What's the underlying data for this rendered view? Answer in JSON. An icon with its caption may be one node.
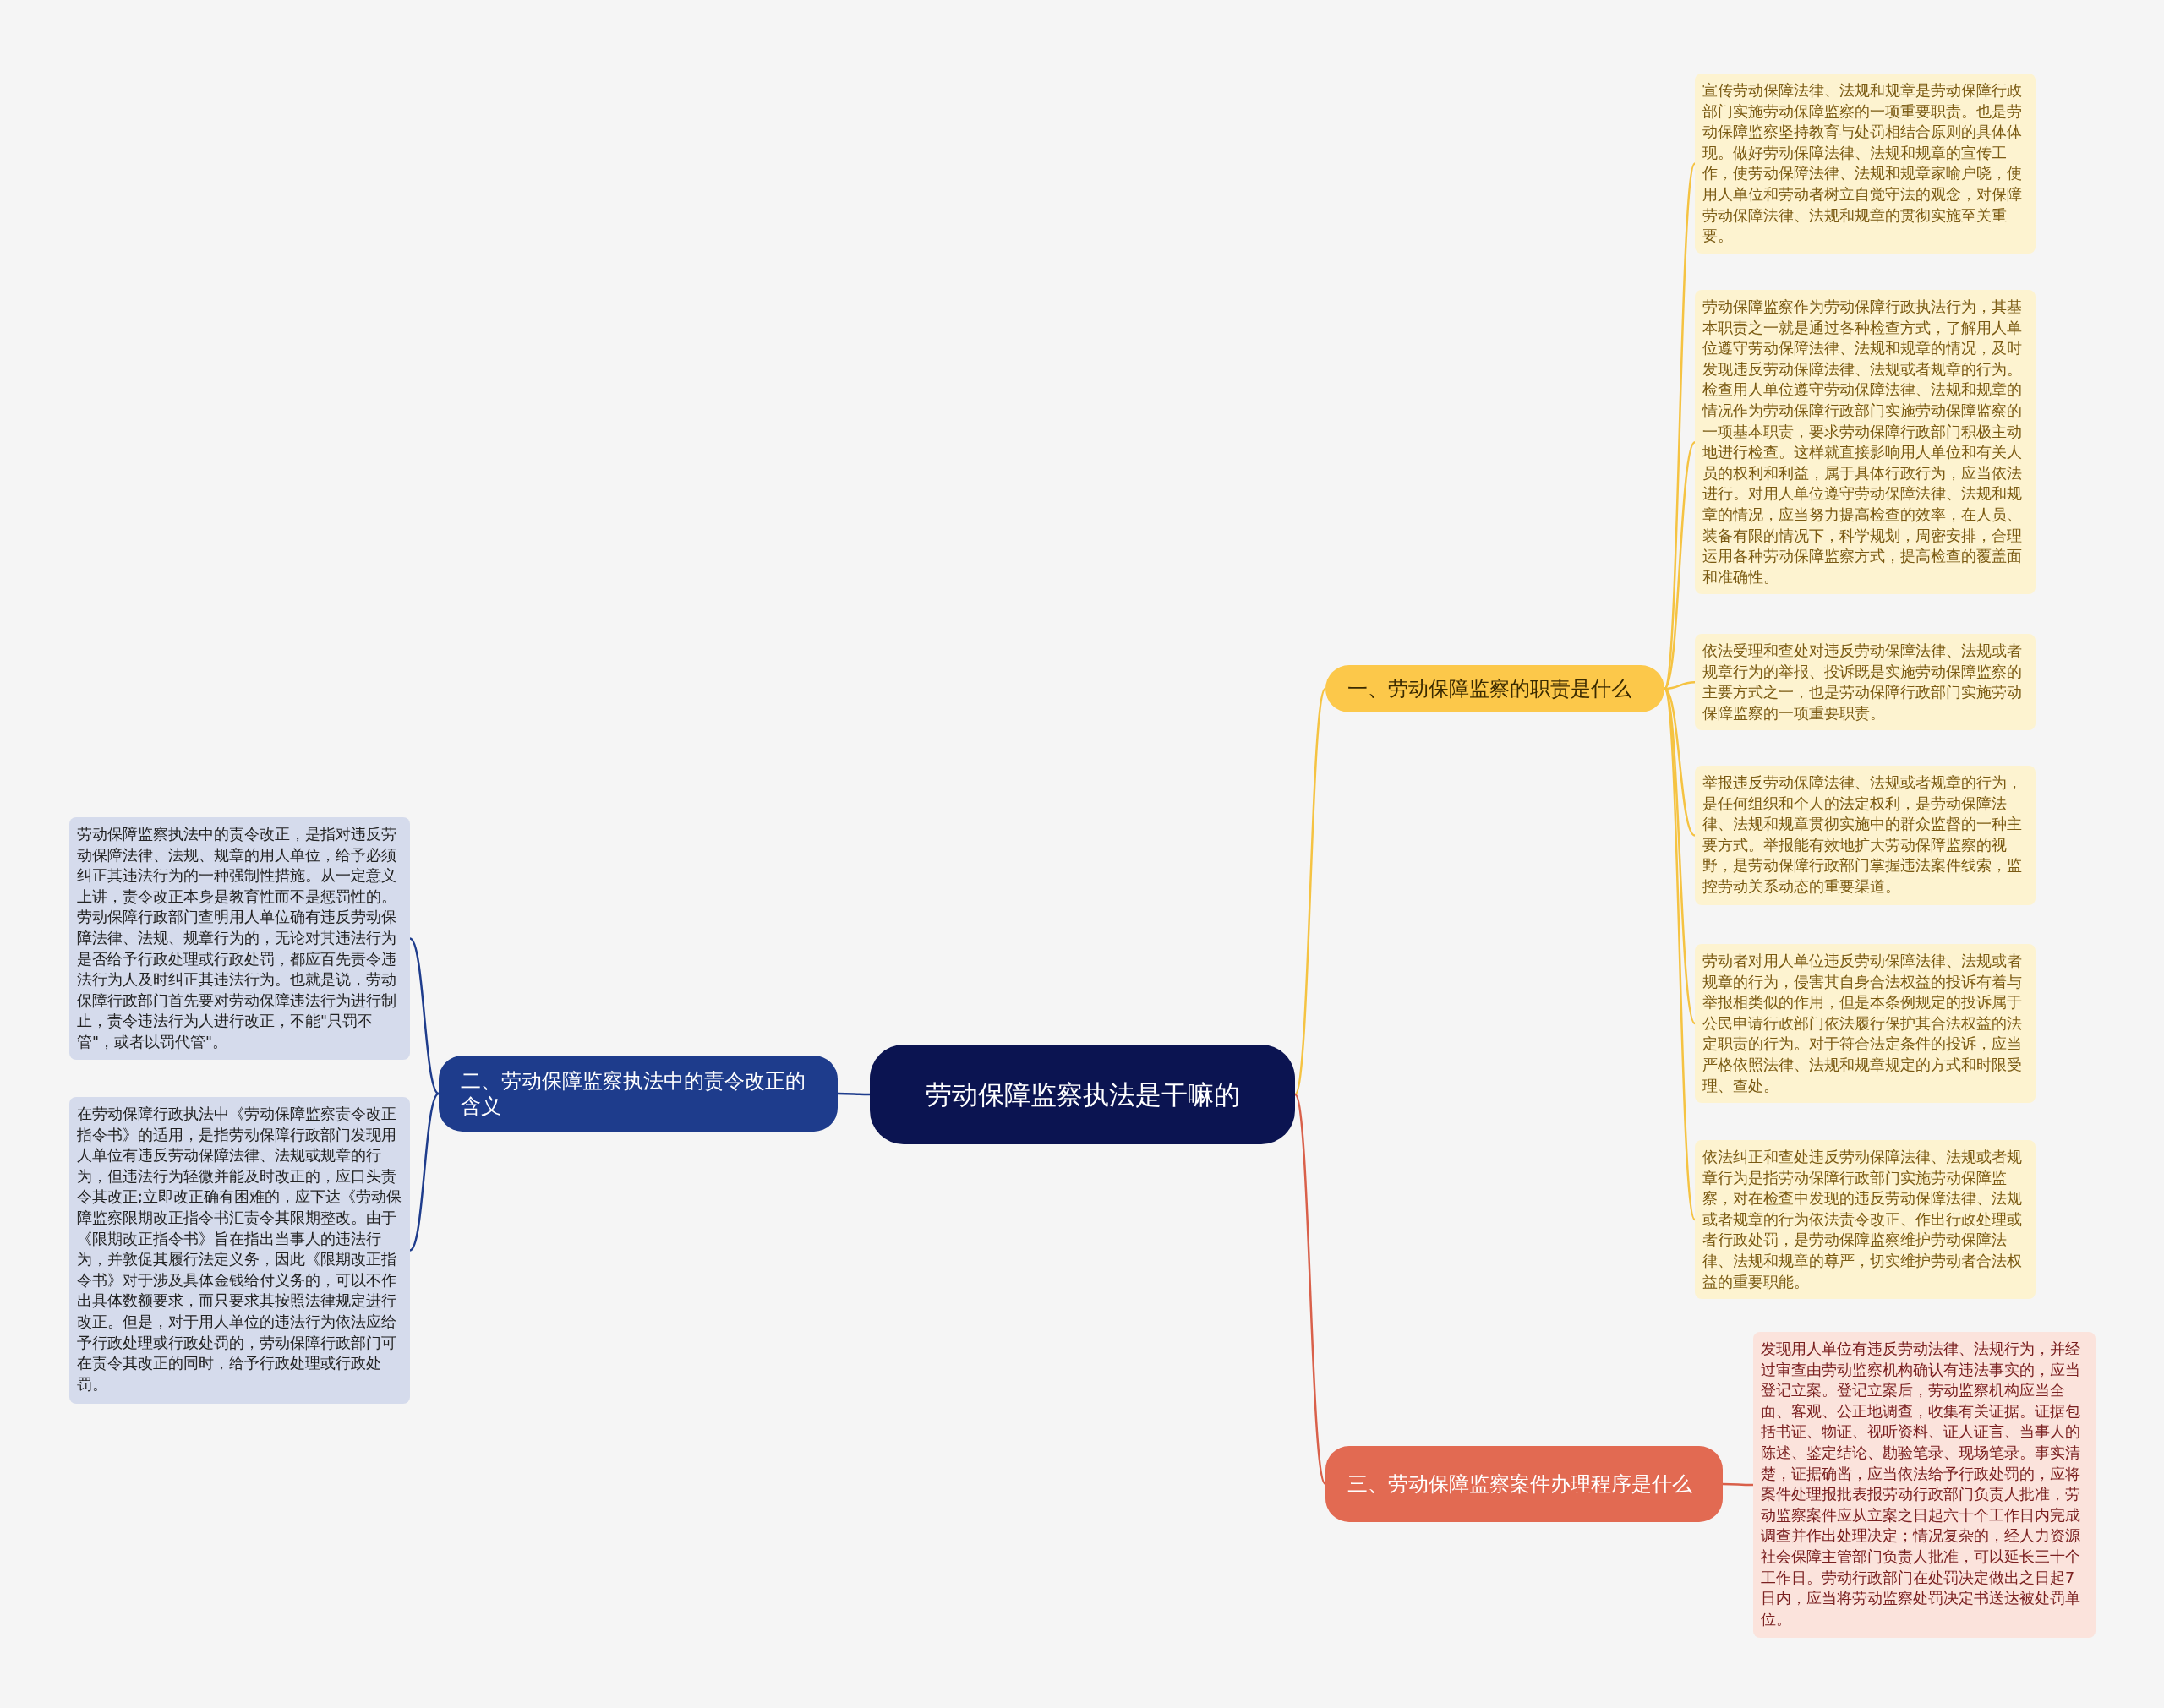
{
  "diagram": {
    "nodes": [
      {
        "text": [
          "劳动保障监察执法是干嘛的"
        ]
      },
      {
        "text": [
          "一、劳动保障监察的职责是什么"
        ]
      },
      {
        "text": [
          "宣传劳动保障法律、法规和规章是劳动保障行政部门实施劳动保障监察的一项重要职责。也是劳动保障监察坚持教育与处罚相结合原则的具体体现。做好劳动保障法律、法规和规章的宣传工作，使劳动保障法律、法规和规章家喻户晓，使用人单位和劳动者树立自觉守法的观念，对保障劳动保障法律、法规和规章的贯彻实施至关重要。"
        ]
      },
      {
        "text": [
          "劳动保障监察作为劳动保障行政执法行为，其基本职责之一就是通过各种检查方式，了解用人单位遵守劳动保障法律、法规和规章的情况，及时发现违反劳动保障法律、法规或者规章的行为。检查用人单位遵守劳动保障法律、法规和规章的情况作为劳动保障行政部门实施劳动保障监察的一项基本职责，要求劳动保障行政部门积极主动地进行检查。这样就直接影响用人单位和有关人员的权利和利益，属于具体行政行为，应当依法进行。对用人单位遵守劳动保障法律、法规和规章的情况，应当努力提高检查的效率，在人员、装备有限的情况下，科学规划，周密安排，合理运用各种劳动保障监察方式，提高检查的覆盖面和准确性。"
        ]
      },
      {
        "text": [
          "依法受理和查处对违反劳动保障法律、法规或者规章行为的举报、投诉既是实施劳动保障监察的主要方式之一，也是劳动保障行政部门实施劳动保障监察的一项重要职责。"
        ]
      },
      {
        "text": [
          "举报违反劳动保障法律、法规或者规章的行为，是任何组织和个人的法定权利，是劳动保障法律、法规和规章贯彻实施中的群众监督的一种主要方式。举报能有效地扩大劳动保障监察的视野，是劳动保障行政部门掌握违法案件线索，监控劳动关系动态的重要渠道。"
        ]
      },
      {
        "text": [
          "劳动者对用人单位违反劳动保障法律、法规或者规章的行为，侵害其自身合法权益的投诉有着与举报相类似的作用，但是本条例规定的投诉属于公民申请行政部门依法履行保护其合法权益的法定职责的行为。对于符合法定条件的投诉，应当严格依照法律、法规和规章规定的方式和时限受理、查处。"
        ]
      },
      {
        "text": [
          "依法纠正和查处违反劳动保障法律、法规或者规章行为是指劳动保障行政部门实施劳动保障监察，对在检查中发现的违反劳动保障法律、法规或者规章的行为依法责令改正、作出行政处理或者行政处罚，是劳动保障监察维护劳动保障法律、法规和规章的尊严，切实维护劳动者合法权益的重要职能。"
        ]
      },
      {
        "text": [
          "二、劳动保障监察执法中的责令改正的含义"
        ]
      },
      {
        "text": [
          "劳动保障监察执法中的责令改正，是指对违反劳动保障法律、法规、规章的用人单位，给予必须纠正其违法行为的一种强制性措施。从一定意义上讲，责令改正本身是教育性而不是惩罚性的。劳动保障行政部门查明用人单位确有违反劳动保障法律、法规、规章行为的，无论对其违法行为是否给予行政处理或行政处罚，都应百先责令违法行为人及时纠正其违法行为。也就是说，劳动保障行政部门首先要对劳动保障违法行为进行制止，责令违法行为人进行改正，不能\"只罚不管\"，或者以罚代管\"。"
        ]
      },
      {
        "text": [
          "在劳动保障行政执法中《劳动保障监察责令改正指令书》的适用，是指劳动保障行政部门发现用人单位有违反劳动保障法律、法规或规章的行为，但违法行为轻微并能及时改正的，应口头责令其改正;立即改正确有困难的，应下达《劳动保障监察限期改正指令书汇责令其限期整改。由于《限期改正指令书》旨在指出当事人的违法行为，并敦促其履行法定义务，因此《限期改正指令书》对于涉及具体金钱给付义务的，可以不作出具体数额要求，而只要求其按照法律规定进行改正。但是，对于用人单位的违法行为依法应给予行政处理或行政处罚的，劳动保障行政部门可在责令其改正的同时，给予行政处理或行政处罚。"
        ]
      },
      {
        "text": [
          "三、劳动保障监察案件办理程序是什么"
        ]
      },
      {
        "text": [
          "发现用人单位有违反劳动法律、法规行为，并经过审查由劳动监察机构确认有违法事实的，应当登记立案。登记立案后，劳动监察机构应当全面、客观、公正地调查，收集有关证据。证据包括书证、物证、视听资料、证人证言、当事人的陈述、鉴定结论、勘验笔录、现场笔录。事实清楚，证据确凿，应当依法给予行政处罚的，应将案件处理报批表报劳动行政部门负责人批准，劳动监察案件应从立案之日起六十个工作日内完成调查并作出处理决定；情况复杂的，经人力资源社会保障主管部门负责人批准，可以延长三十个工作日。劳动行政部门在处罚决定做出之日起7日内，应当将劳动监察处罚决定书送达被处罚单位。"
        ]
      }
    ],
    "edges": [
      {
        "from": 0,
        "to": 1,
        "arrow": "none"
      },
      {
        "from": 1,
        "to": 2,
        "arrow": "none"
      },
      {
        "from": 1,
        "to": 3,
        "arrow": "none"
      },
      {
        "from": 1,
        "to": 4,
        "arrow": "none"
      },
      {
        "from": 1,
        "to": 5,
        "arrow": "none"
      },
      {
        "from": 1,
        "to": 6,
        "arrow": "none"
      },
      {
        "from": 1,
        "to": 7,
        "arrow": "none"
      },
      {
        "from": 0,
        "to": 8,
        "arrow": "none",
        "color": "#1e3c8c"
      },
      {
        "from": 8,
        "to": 9,
        "arrow": "none",
        "color": "#1e3c8c"
      },
      {
        "from": 8,
        "to": 10,
        "arrow": "none",
        "color": "#1e3c8c"
      },
      {
        "from": 0,
        "to": 11,
        "arrow": "none",
        "color": "#d9604a"
      },
      {
        "from": 11,
        "to": 12,
        "arrow": "none",
        "color": "#d9604a"
      }
    ]
  }
}
